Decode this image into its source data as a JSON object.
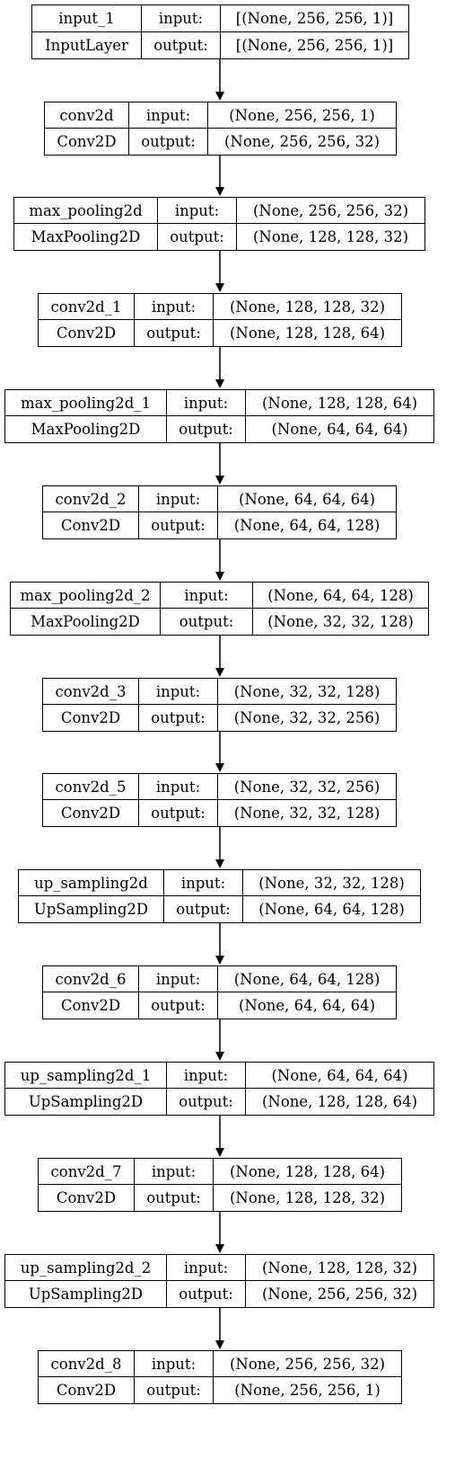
{
  "layers": [
    {
      "name": "input_1",
      "type": "InputLayer",
      "input_label": "input:",
      "output_label": "output:",
      "input": "[(None, 256, 256, 1)]",
      "output": "[(None, 256, 256, 1)]"
    },
    {
      "name": "conv2d",
      "type": "Conv2D",
      "input_label": "input:",
      "output_label": "output:",
      "input": "(None, 256, 256, 1)",
      "output": "(None, 256, 256, 32)"
    },
    {
      "name": "max_pooling2d",
      "type": "MaxPooling2D",
      "input_label": "input:",
      "output_label": "output:",
      "input": "(None, 256, 256, 32)",
      "output": "(None, 128, 128, 32)"
    },
    {
      "name": "conv2d_1",
      "type": "Conv2D",
      "input_label": "input:",
      "output_label": "output:",
      "input": "(None, 128, 128, 32)",
      "output": "(None, 128, 128, 64)"
    },
    {
      "name": "max_pooling2d_1",
      "type": "MaxPooling2D",
      "input_label": "input:",
      "output_label": "output:",
      "input": "(None, 128, 128, 64)",
      "output": "(None, 64, 64, 64)"
    },
    {
      "name": "conv2d_2",
      "type": "Conv2D",
      "input_label": "input:",
      "output_label": "output:",
      "input": "(None, 64, 64, 64)",
      "output": "(None, 64, 64, 128)"
    },
    {
      "name": "max_pooling2d_2",
      "type": "MaxPooling2D",
      "input_label": "input:",
      "output_label": "output:",
      "input": "(None, 64, 64, 128)",
      "output": "(None, 32, 32, 128)"
    },
    {
      "name": "conv2d_3",
      "type": "Conv2D",
      "input_label": "input:",
      "output_label": "output:",
      "input": "(None, 32, 32, 128)",
      "output": "(None, 32, 32, 256)"
    },
    {
      "name": "conv2d_5",
      "type": "Conv2D",
      "input_label": "input:",
      "output_label": "output:",
      "input": "(None, 32, 32, 256)",
      "output": "(None, 32, 32, 128)"
    },
    {
      "name": "up_sampling2d",
      "type": "UpSampling2D",
      "input_label": "input:",
      "output_label": "output:",
      "input": "(None, 32, 32, 128)",
      "output": "(None, 64, 64, 128)"
    },
    {
      "name": "conv2d_6",
      "type": "Conv2D",
      "input_label": "input:",
      "output_label": "output:",
      "input": "(None, 64, 64, 128)",
      "output": "(None, 64, 64, 64)"
    },
    {
      "name": "up_sampling2d_1",
      "type": "UpSampling2D",
      "input_label": "input:",
      "output_label": "output:",
      "input": "(None, 64, 64, 64)",
      "output": "(None, 128, 128, 64)"
    },
    {
      "name": "conv2d_7",
      "type": "Conv2D",
      "input_label": "input:",
      "output_label": "output:",
      "input": "(None, 128, 128, 64)",
      "output": "(None, 128, 128, 32)"
    },
    {
      "name": "up_sampling2d_2",
      "type": "UpSampling2D",
      "input_label": "input:",
      "output_label": "output:",
      "input": "(None, 128, 128, 32)",
      "output": "(None, 256, 256, 32)"
    },
    {
      "name": "conv2d_8",
      "type": "Conv2D",
      "input_label": "input:",
      "output_label": "output:",
      "input": "(None, 256, 256, 32)",
      "output": "(None, 256, 256, 1)"
    }
  ]
}
